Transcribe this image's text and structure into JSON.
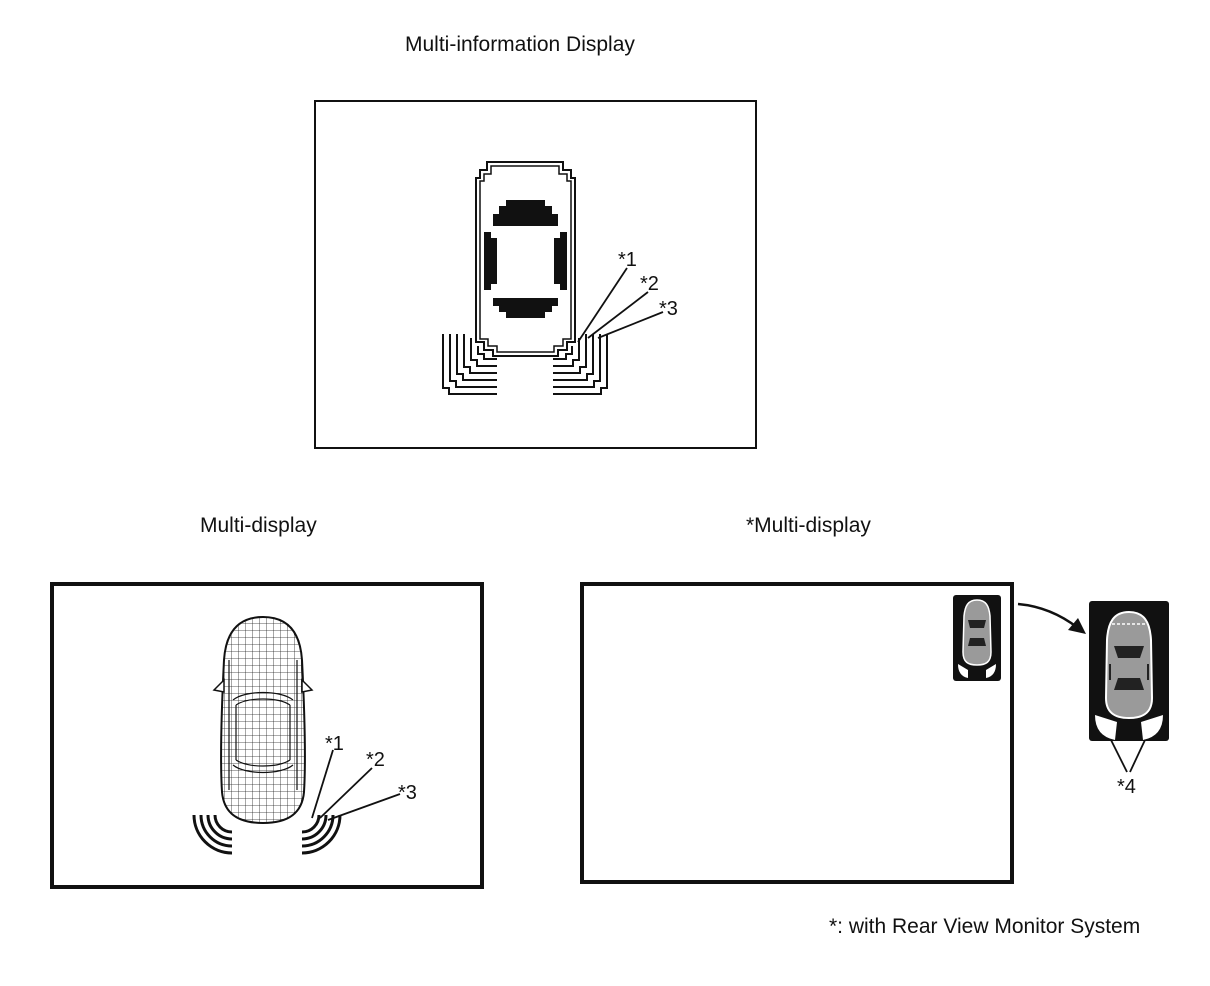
{
  "titles": {
    "mid": "Multi-information Display",
    "md": "Multi-display",
    "md_rear": "*Multi-display"
  },
  "callouts": {
    "c1": "*1",
    "c2": "*2",
    "c3": "*3",
    "c4": "*4"
  },
  "footnote": "*: with Rear View Monitor System",
  "colors": {
    "line": "#111111",
    "car_gray": "#9a9a9a",
    "background": "#ffffff"
  }
}
